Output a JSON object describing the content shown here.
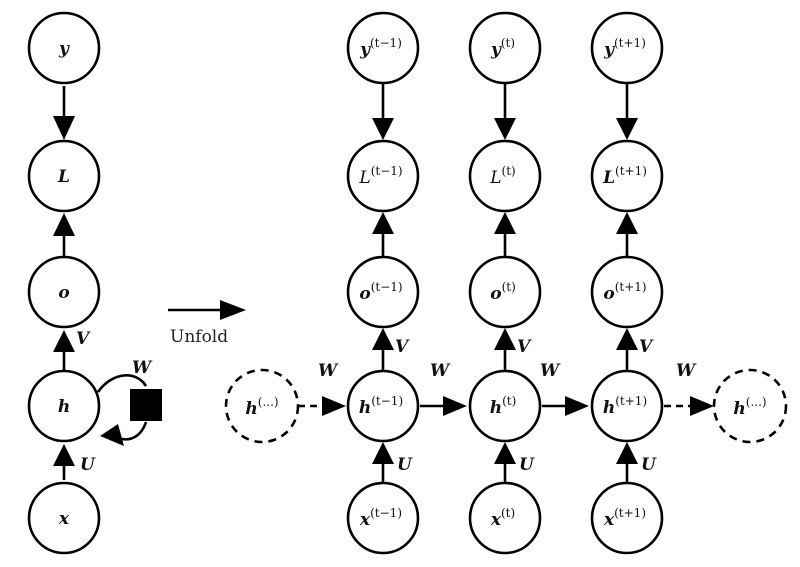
{
  "folded": {
    "nodes": {
      "y": {
        "base": "y",
        "bold": true
      },
      "L": {
        "base": "L",
        "bold": true
      },
      "o": {
        "base": "o",
        "bold": true
      },
      "h": {
        "base": "h",
        "bold": true
      },
      "x": {
        "base": "x",
        "bold": true
      }
    },
    "edge_labels": {
      "V": "V",
      "W": "W",
      "U": "U"
    }
  },
  "unfold_label": "Unfold",
  "columns": [
    {
      "sup": "(t−1)",
      "y": {
        "base": "y",
        "sup": "(t−1)",
        "bold": true
      },
      "L": {
        "base": "L",
        "sup": "(t−1)",
        "bold": false
      },
      "o": {
        "base": "o",
        "sup": "(t−1)",
        "bold": true
      },
      "h": {
        "base": "h",
        "sup": "(t−1)",
        "bold": true
      },
      "x": {
        "base": "x",
        "sup": "(t−1)",
        "bold": true
      },
      "V": "V",
      "U": "U"
    },
    {
      "sup": "(t)",
      "y": {
        "base": "y",
        "sup": "(t)",
        "bold": true
      },
      "L": {
        "base": "L",
        "sup": "(t)",
        "bold": false
      },
      "o": {
        "base": "o",
        "sup": "(t)",
        "bold": true
      },
      "h": {
        "base": "h",
        "sup": "(t)",
        "bold": true
      },
      "x": {
        "base": "x",
        "sup": "(t)",
        "bold": true
      },
      "V": "V",
      "U": "U"
    },
    {
      "sup": "(t+1)",
      "y": {
        "base": "y",
        "sup": "(t+1)",
        "bold": true
      },
      "L": {
        "base": "L",
        "sup": "(t+1)",
        "bold": true
      },
      "o": {
        "base": "o",
        "sup": "(t+1)",
        "bold": true
      },
      "h": {
        "base": "h",
        "sup": "(t+1)",
        "bold": true
      },
      "x": {
        "base": "x",
        "sup": "(t+1)",
        "bold": true
      },
      "V": "V",
      "U": "U"
    }
  ],
  "ellipsis_nodes": {
    "left": {
      "base": "h",
      "sup": "(...)"
    },
    "right": {
      "base": "h",
      "sup": "(...)"
    }
  },
  "recurrent_labels": [
    "W",
    "W",
    "W",
    "W"
  ]
}
